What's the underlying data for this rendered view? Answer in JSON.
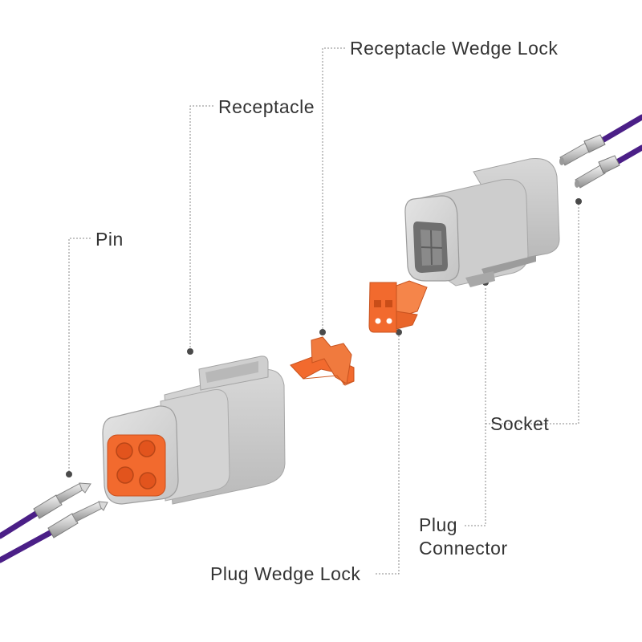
{
  "labels": {
    "pin": "Pin",
    "receptacle": "Receptacle",
    "receptacle_wedge_lock": "Receptacle Wedge Lock",
    "socket": "Socket",
    "plug_connector_line1": "Plug",
    "plug_connector_line2": "Connector",
    "plug_wedge_lock": "Plug Wedge Lock"
  },
  "colors": {
    "housing_gray": "#c9c9c9",
    "wedge_orange": "#f26a2e",
    "wire_purple": "#4b1f87",
    "leader_line": "#8a8a8a",
    "terminal_metal": "#c8c8c8"
  }
}
